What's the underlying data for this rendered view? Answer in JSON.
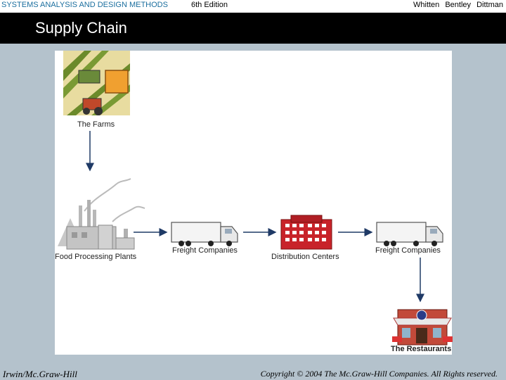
{
  "header": {
    "book_title": "SYSTEMS ANALYSIS AND DESIGN METHODS",
    "edition": "6th Edition",
    "authors": "Whitten  Bentley  Dittman"
  },
  "slide": {
    "title": "Supply Chain"
  },
  "diagram": {
    "nodes": [
      {
        "id": "farms",
        "label": "The Farms",
        "icon": "farm-icon"
      },
      {
        "id": "plants",
        "label": "Food Processing Plants",
        "icon": "factory-icon"
      },
      {
        "id": "freight1",
        "label": "Freight Companies",
        "icon": "truck-icon"
      },
      {
        "id": "distribution",
        "label": "Distribution Centers",
        "icon": "warehouse-icon"
      },
      {
        "id": "freight2",
        "label": "Freight Companies",
        "icon": "truck-icon"
      },
      {
        "id": "restaurants",
        "label": "The Restaurants",
        "icon": "restaurant-icon"
      }
    ],
    "edges": [
      {
        "from": "farms",
        "to": "plants"
      },
      {
        "from": "plants",
        "to": "freight1"
      },
      {
        "from": "freight1",
        "to": "distribution"
      },
      {
        "from": "distribution",
        "to": "freight2"
      },
      {
        "from": "freight2",
        "to": "restaurants"
      }
    ]
  },
  "footer": {
    "publisher": "Irwin/Mc.Graw-Hill",
    "copyright": "Copyright © 2004 The Mc.Graw-Hill Companies. All Rights reserved."
  }
}
